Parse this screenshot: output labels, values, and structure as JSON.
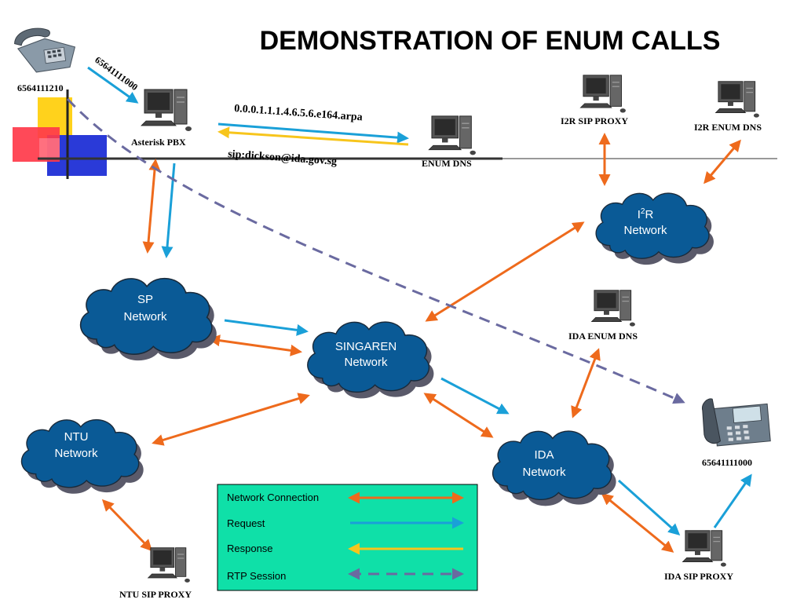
{
  "title": "DEMONSTRATION OF ENUM CALLS",
  "phones": {
    "caller_number": "6564111210",
    "dialed_number": "65641111000",
    "callee_number": "65641111000"
  },
  "servers": {
    "asterisk_pbx": "Asterisk PBX",
    "enum_dns": "ENUM DNS",
    "i2r_sip_proxy": "I2R SIP PROXY",
    "i2r_enum_dns": "I2R ENUM DNS",
    "ida_enum_dns": "IDA ENUM DNS",
    "ida_sip_proxy": "IDA SIP PROXY",
    "ntu_sip_proxy": "NTU SIP PROXY"
  },
  "queries": {
    "enum_query": "0.0.0.1.1.1.4.6.5.6.e164.arpa",
    "enum_response": "sip:dickson@ida.gov.sg"
  },
  "clouds": {
    "sp": [
      "SP",
      "Network"
    ],
    "singaren": [
      "SINGAREN",
      "Network"
    ],
    "ntu": [
      "NTU",
      "Network"
    ],
    "ida": [
      "IDA",
      "Network"
    ],
    "i2r_main": "I",
    "i2r_sup": "2",
    "i2r_rest": "R",
    "i2r_line2": "Network"
  },
  "legend": {
    "network_connection": "Network Connection",
    "request": "Request",
    "response": "Response",
    "rtp_session": "RTP Session"
  },
  "colors": {
    "network_connection": "#ee6a1c",
    "request": "#1aa0d8",
    "response": "#f7c51c",
    "rtp_session": "#6a6aa0",
    "cloud": "#0a5a96",
    "legend_bg": "#0fe0a8"
  }
}
